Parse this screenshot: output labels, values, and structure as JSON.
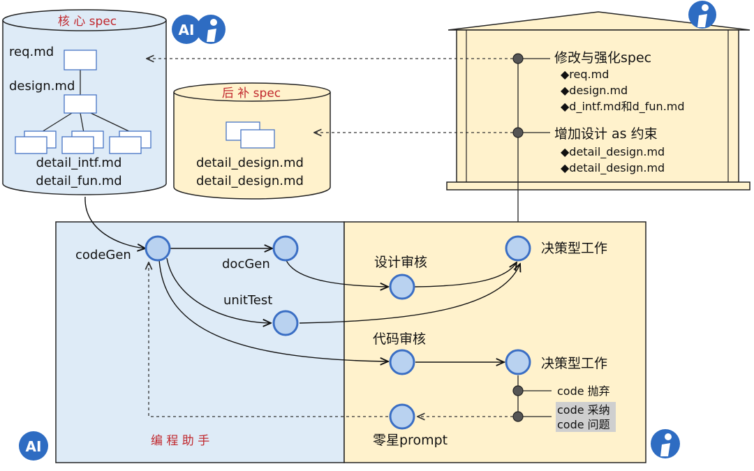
{
  "core_spec": {
    "title": "核 心 spec",
    "req": "req.md",
    "design": "design.md",
    "detail_intf": "detail_intf.md",
    "detail_fun": "detail_fun.md",
    "badge": "AI"
  },
  "supp_spec": {
    "title": "后 补 spec",
    "file1": "detail_design.md",
    "file2": "detail_design.md"
  },
  "human_panel": {
    "modify_title": "修改与强化spec",
    "modify_items": [
      "◆req.md",
      "◆design.md",
      "◆d_intf.md和d_fun.md"
    ],
    "add_title": "增加设计 as 约束",
    "add_items": [
      "◆detail_design.md",
      "◆detail_design.md"
    ]
  },
  "workflow": {
    "codegen": "codeGen",
    "docgen": "docGen",
    "unittest": "unitTest",
    "design_review": "设计审核",
    "decision1": "决策型工作",
    "code_review": "代码审核",
    "decision2": "决策型工作",
    "code_discard": "code 抛弃",
    "code_accept": "code 采纳",
    "code_issue": "code 问题",
    "misc_prompt": "零星prompt",
    "assistant_label": "编 程 助 手",
    "ai_badge": "AI"
  },
  "colors": {
    "ai_blue": "#deebf7",
    "human_yellow": "#fff2cc",
    "node_fill": "#b9d2f0",
    "node_stroke": "#3a6ec4",
    "badge_blue": "#2e6cc2",
    "label_red": "#c0272d"
  },
  "icons": [
    "info-person-icon",
    "ai-badge-icon"
  ]
}
